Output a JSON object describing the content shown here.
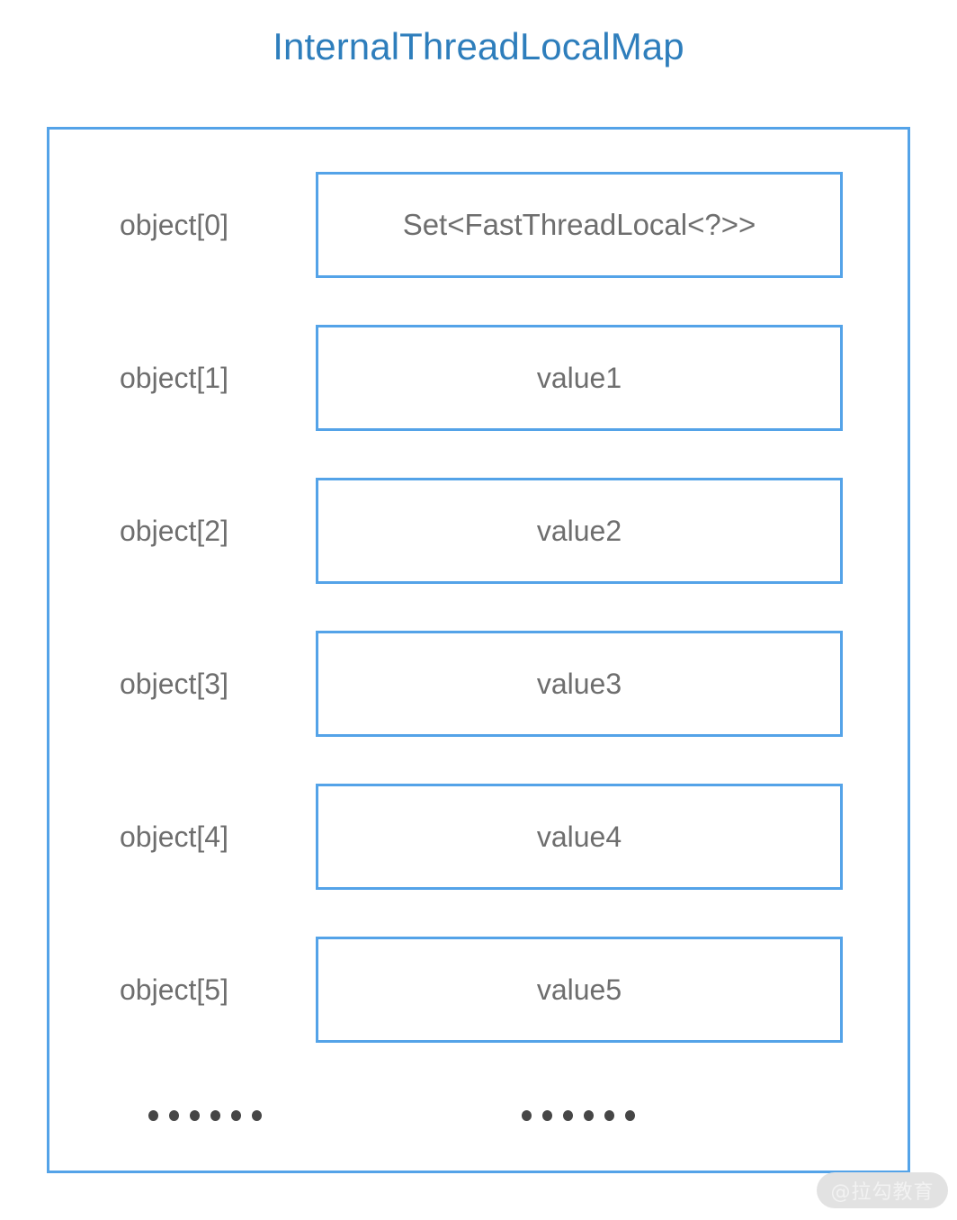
{
  "title": "InternalThreadLocalMap",
  "colors": {
    "title_blue": "#2e7ebc",
    "border_blue": "#54a3e8",
    "text_gray": "#6e6e6e",
    "dot_gray": "#464646",
    "background": "#ffffff",
    "watermark_pill": "#e2e2e2",
    "watermark_text": "#f2f2f2"
  },
  "slots": [
    {
      "label": "object[0]",
      "value": "Set<FastThreadLocal<?>>"
    },
    {
      "label": "object[1]",
      "value": "value1"
    },
    {
      "label": "object[2]",
      "value": "value2"
    },
    {
      "label": "object[3]",
      "value": "value3"
    },
    {
      "label": "object[4]",
      "value": "value4"
    },
    {
      "label": "object[5]",
      "value": "value5"
    }
  ],
  "ellipsis": {
    "left": "······",
    "right": "······",
    "dot_count": 6
  },
  "watermark": {
    "text": "@拉勾教育"
  }
}
